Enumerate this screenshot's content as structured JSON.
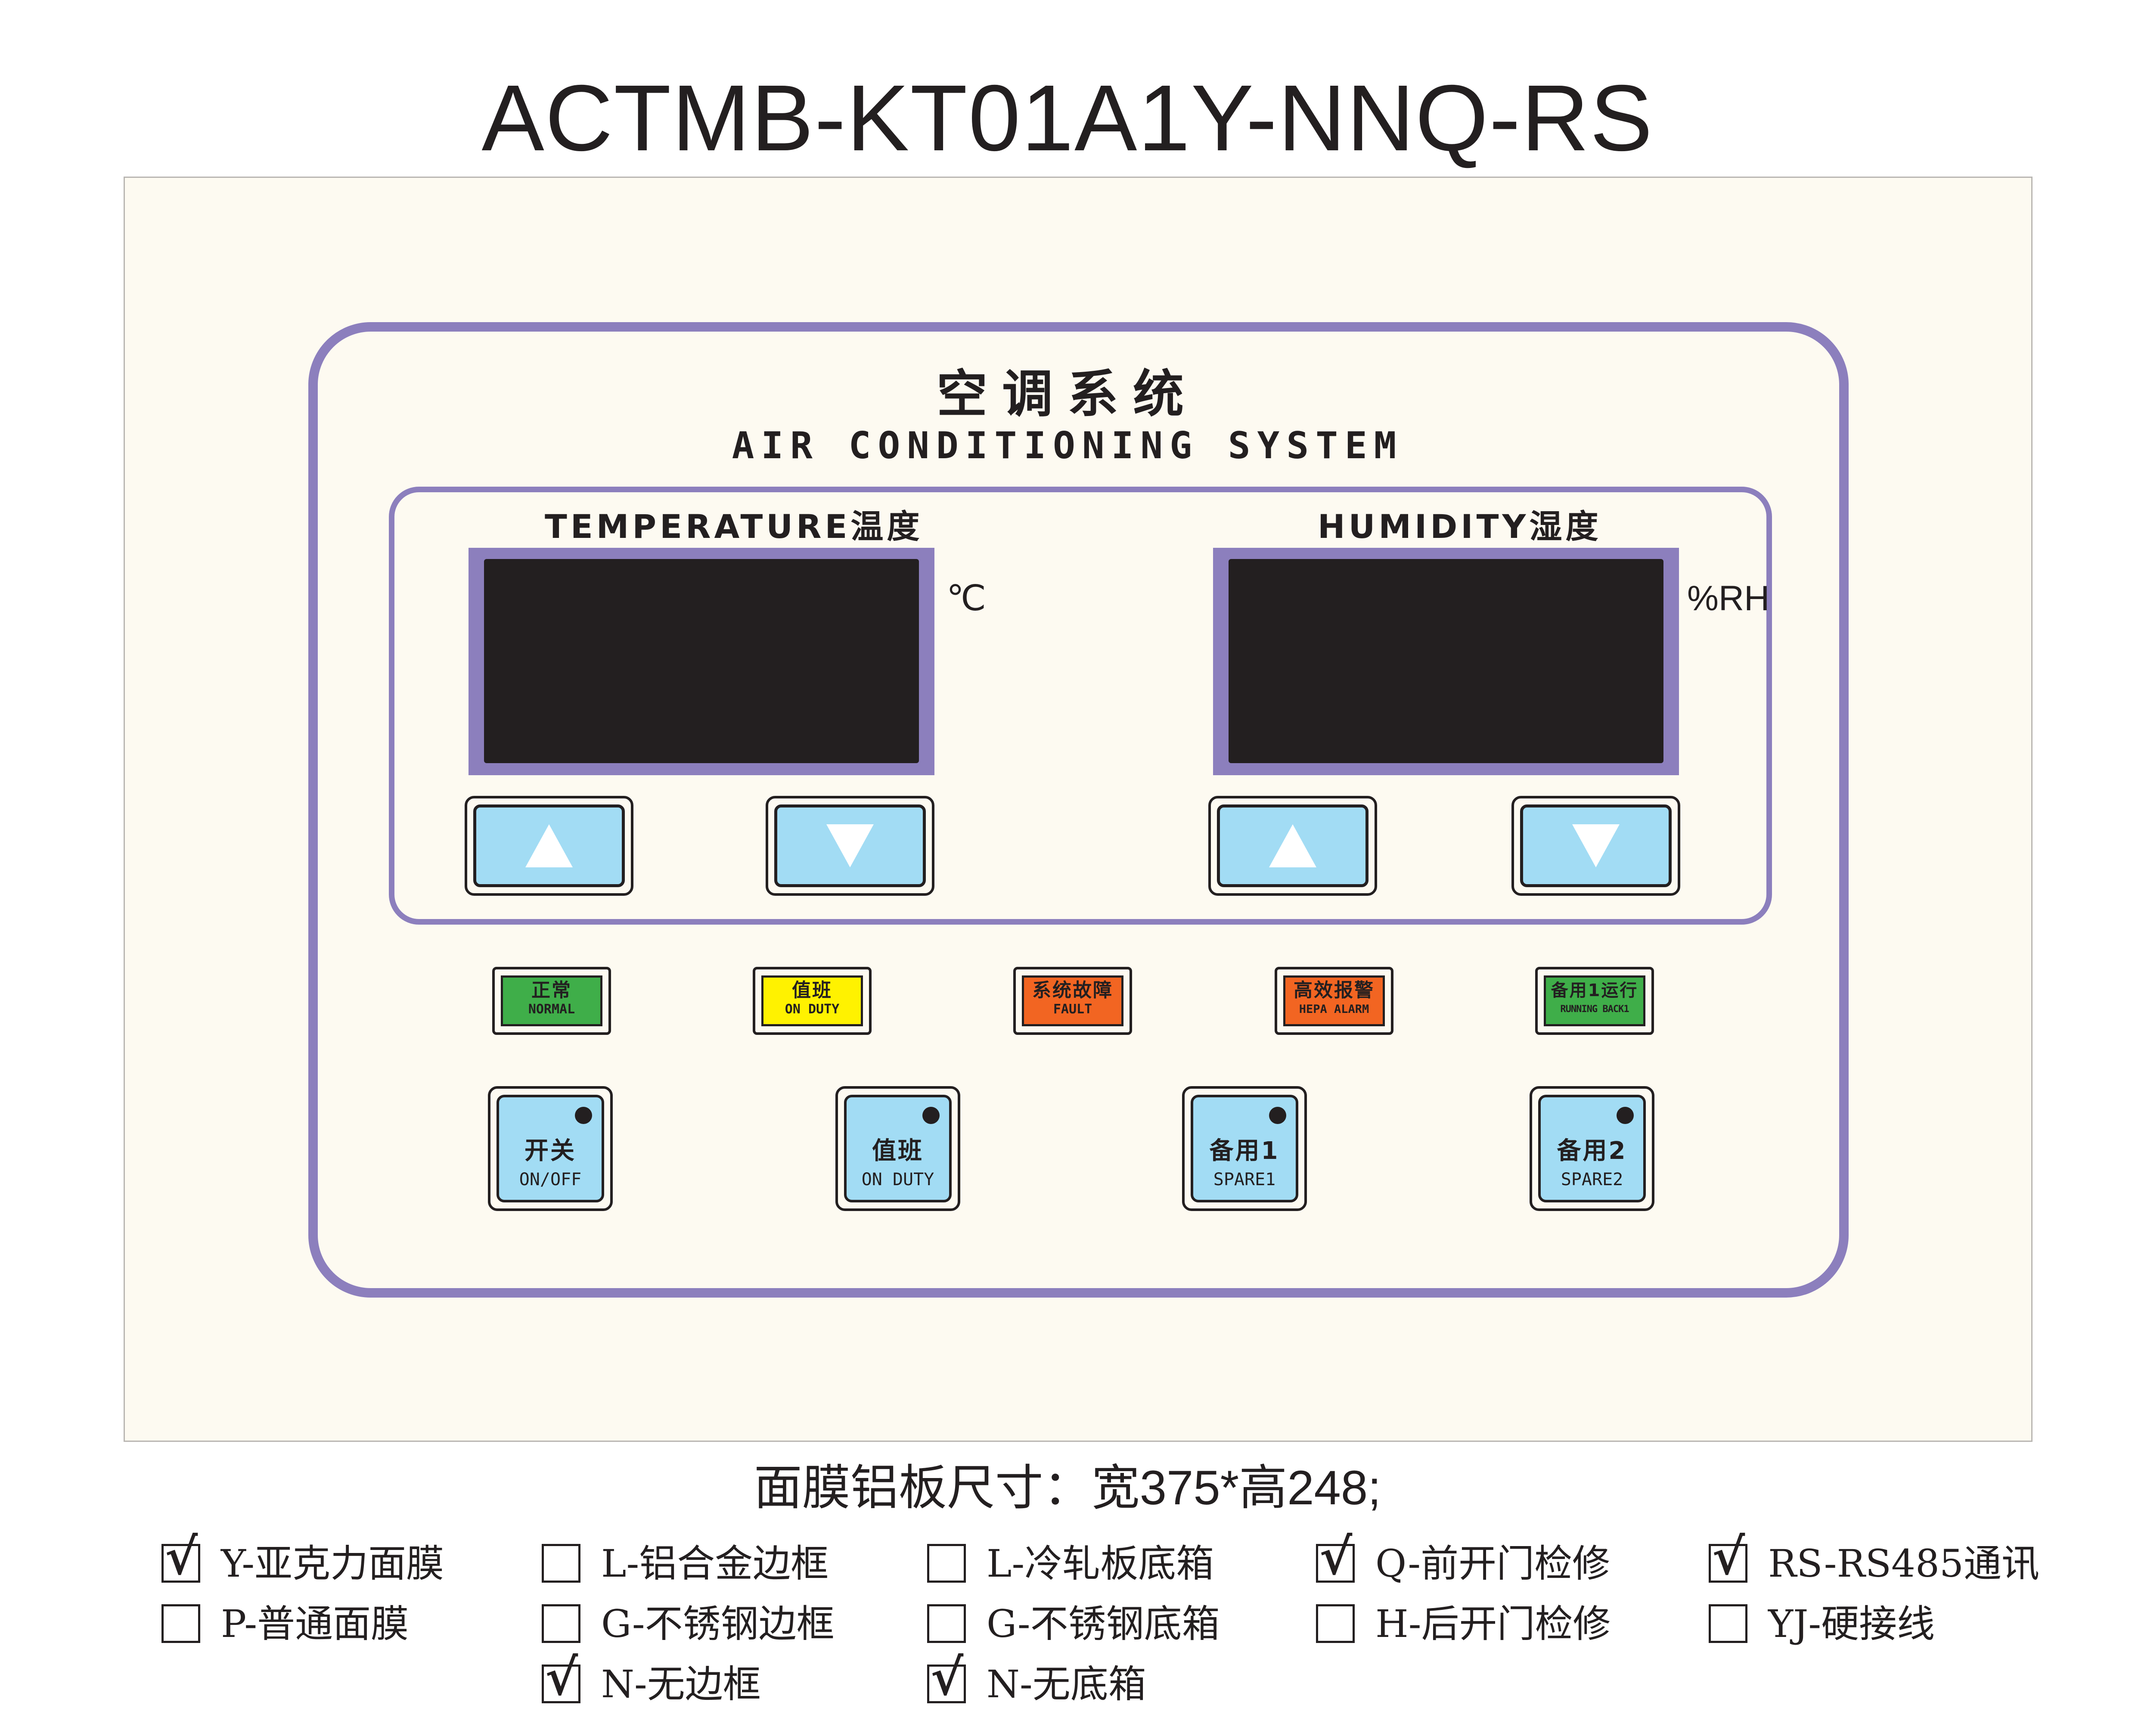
{
  "title": "ACTMB-KT01A1Y-NNQ-RS",
  "system": {
    "title_cn": "空调系统",
    "title_en": "AIR CONDITIONING SYSTEM"
  },
  "temperature": {
    "label": "TEMPERATURE温度",
    "unit": "℃",
    "up_icon": "triangle-up-icon",
    "down_icon": "triangle-down-icon"
  },
  "humidity": {
    "label": "HUMIDITY湿度",
    "unit": "%RH",
    "up_icon": "triangle-up-icon",
    "down_icon": "triangle-down-icon"
  },
  "indicators": [
    {
      "cn": "正常",
      "en": "NORMAL",
      "color": "#3fae49"
    },
    {
      "cn": "值班",
      "en": "ON DUTY",
      "color": "#fff200"
    },
    {
      "cn": "系统故障",
      "en": "FAULT",
      "color": "#f26522"
    },
    {
      "cn": "高效报警",
      "en": "HEPA ALARM",
      "color": "#f26522"
    },
    {
      "cn": "备用1运行",
      "en": "RUNNING BACK1",
      "color": "#3fae49"
    }
  ],
  "keys": [
    {
      "cn": "开关",
      "en": "ON/OFF"
    },
    {
      "cn": "值班",
      "en": "ON DUTY"
    },
    {
      "cn": "备用1",
      "en": "SPARE1"
    },
    {
      "cn": "备用2",
      "en": "SPARE2"
    }
  ],
  "colors": {
    "frame": "#8c7fbd",
    "panel": "#fdfaf1",
    "button_face": "#a2dcf4",
    "screen": "#231f20"
  },
  "dimensions": {
    "prefix": "面膜铝板尺寸：宽",
    "width": "375",
    "sep": "*",
    "height_label": "高",
    "height": "248",
    "suffix": ";"
  },
  "options": [
    {
      "label": "Y-亚克力面膜",
      "checked": true,
      "mark": "√"
    },
    {
      "label": "P-普通面膜",
      "checked": false,
      "mark": ""
    },
    {
      "label": "L-铝合金边框",
      "checked": false,
      "mark": ""
    },
    {
      "label": "G-不锈钢边框",
      "checked": false,
      "mark": ""
    },
    {
      "label": "N-无边框",
      "checked": true,
      "mark": "√"
    },
    {
      "label": "L-冷轧板底箱",
      "checked": false,
      "mark": ""
    },
    {
      "label": "G-不锈钢底箱",
      "checked": false,
      "mark": ""
    },
    {
      "label": "N-无底箱",
      "checked": true,
      "mark": "√"
    },
    {
      "label": "Q-前开门检修",
      "checked": true,
      "mark": "√"
    },
    {
      "label": "H-后开门检修",
      "checked": false,
      "mark": ""
    },
    {
      "label": "RS-RS485通讯",
      "checked": true,
      "mark": "√"
    },
    {
      "label": "YJ-硬接线",
      "checked": false,
      "mark": ""
    }
  ]
}
